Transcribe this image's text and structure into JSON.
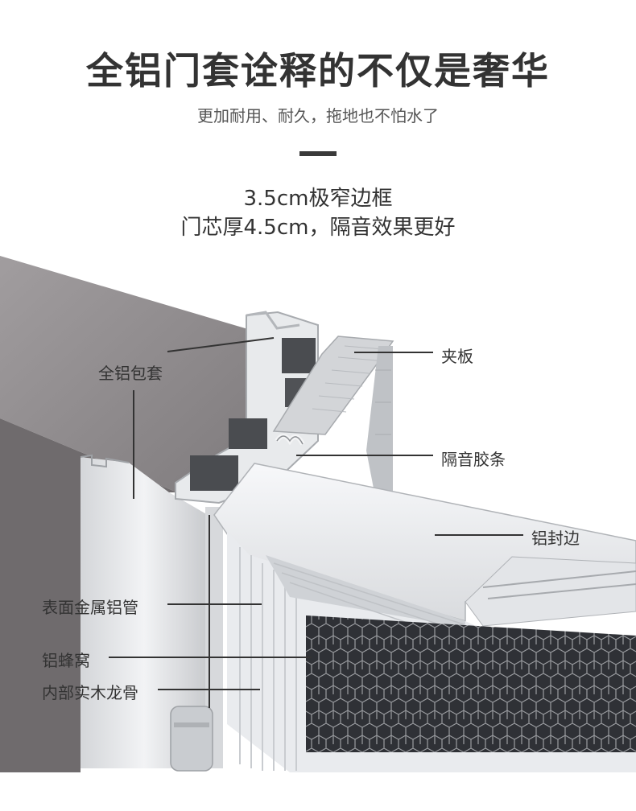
{
  "title": "全铝门套诠释的不仅是奢华",
  "subtitle": "更加耐用、耐久，拖地也不怕水了",
  "headline": {
    "line1": "3.5cm极窄边框",
    "line2": "门芯厚4.5cm，隔音效果更好"
  },
  "labels": {
    "full_aluminum_wrap": "全铝包套",
    "clamp_plate": "夹板",
    "soundproof_strip": "隔音胶条",
    "aluminum_edge": "铝封边",
    "surface_metal_tube": "表面金属铝管",
    "aluminum_honeycomb": "铝蜂窝",
    "inner_wood_keel": "内部实木龙骨"
  },
  "colors": {
    "text": "#333333",
    "wall": "#8e8a8c",
    "aluminum": "#e6e8ea",
    "honeycomb": "#2f3136"
  }
}
